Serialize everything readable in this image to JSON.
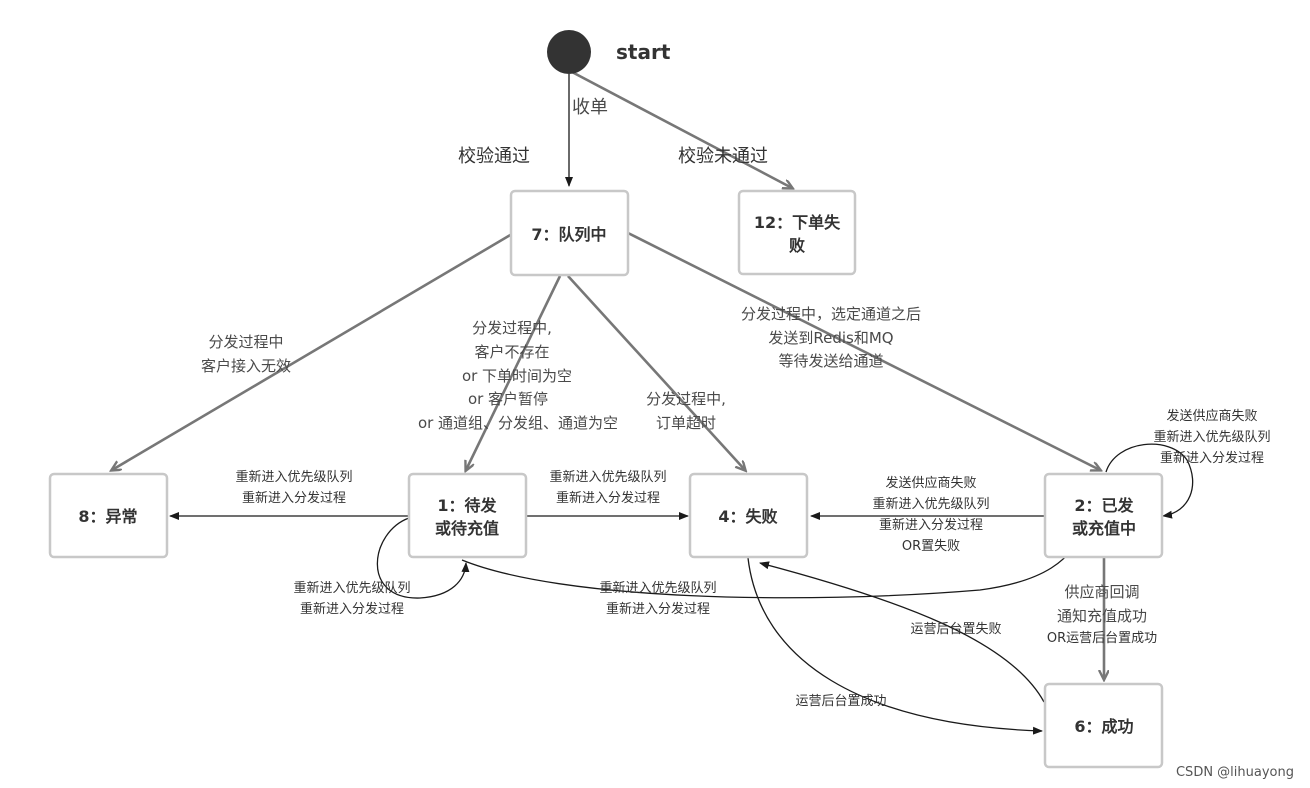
{
  "start": {
    "label": "start"
  },
  "nodes": {
    "queue": "7：队列中",
    "order_fail": [
      "12：下单失",
      "败"
    ],
    "exception": "8：异常",
    "pending": [
      "1：待发",
      "或待充值"
    ],
    "failed": "4：失败",
    "sending": [
      "2：已发",
      "或充值中"
    ],
    "success": "6：成功"
  },
  "labels": {
    "receive": "收单",
    "verify_pass": "校验通过",
    "verify_fail": "校验未通过",
    "dist_invalid": [
      "分发过程中",
      "客户接入无效"
    ],
    "dist_empty": [
      "分发过程中,",
      "客户不存在",
      "or 下单时间为空",
      "or 客户暂停",
      "or 通道组、分发组、通道为空"
    ],
    "dist_timeout": [
      "分发过程中,",
      "订单超时"
    ],
    "dist_selected": [
      "分发过程中，选定通道之后",
      "发送到Redis和MQ",
      "等待发送给通道"
    ],
    "retry_to_exception": [
      "重新进入优先级队列",
      "重新进入分发过程"
    ],
    "retry_to_failed": [
      "重新进入优先级队列",
      "重新进入分发过程"
    ],
    "retry_self_pending": [
      "重新进入优先级队列",
      "重新进入分发过程"
    ],
    "retry_to_sending": [
      "重新进入优先级队列",
      "重新进入分发过程"
    ],
    "sending_to_failed": [
      "发送供应商失败",
      "重新进入优先级队列",
      "重新进入分发过程",
      "OR置失败"
    ],
    "sending_self": [
      "发送供应商失败",
      "重新进入优先级队列",
      "重新进入分发过程"
    ],
    "supplier_callback": [
      "供应商回调",
      "通知充值成功",
      "OR运营后台置成功"
    ],
    "admin_fail": "运营后台置失败",
    "admin_success": "运营后台置成功"
  },
  "watermark": "CSDN @lihuayong",
  "colors": {
    "box_border": "#c8c8c8",
    "edge": "#777777",
    "thin_edge": "#1a1a1a",
    "start_dot": "#333333",
    "text": "#333333"
  }
}
